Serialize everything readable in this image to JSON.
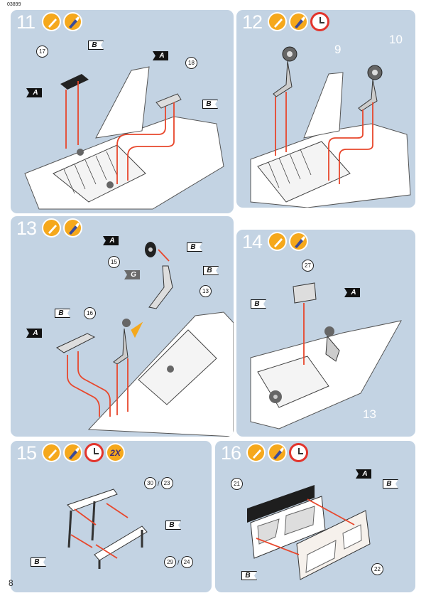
{
  "header": {
    "code": "03899"
  },
  "page_number": "8",
  "steps": [
    {
      "number": "11",
      "icons": [
        "glue-icon",
        "paint-brush-icon"
      ],
      "labels": [
        "A",
        "B",
        "A",
        "B"
      ],
      "parts": [
        "17",
        "18"
      ]
    },
    {
      "number": "12",
      "icons": [
        "glue-icon",
        "paint-brush-icon",
        "drying-time-clock-icon"
      ],
      "big_parts": [
        "9",
        "10"
      ]
    },
    {
      "number": "13",
      "icons": [
        "glue-icon",
        "paint-brush-icon"
      ],
      "labels": [
        "A",
        "B",
        "G",
        "B",
        "B",
        "A"
      ],
      "parts": [
        "15",
        "13",
        "16"
      ]
    },
    {
      "number": "14",
      "icons": [
        "glue-icon",
        "paint-brush-icon"
      ],
      "labels": [
        "B",
        "A"
      ],
      "parts": [
        "27"
      ],
      "big_parts": [
        "13"
      ]
    },
    {
      "number": "15",
      "icons": [
        "glue-icon",
        "paint-brush-icon",
        "drying-time-clock-icon",
        "quantity-icon"
      ],
      "quantity": "2X",
      "labels": [
        "B",
        "B"
      ],
      "part_pairs": [
        [
          "30",
          "23"
        ],
        [
          "29",
          "24"
        ]
      ]
    },
    {
      "number": "16",
      "icons": [
        "glue-icon",
        "paint-brush-icon",
        "drying-time-clock-icon"
      ],
      "labels": [
        "A",
        "B",
        "B"
      ],
      "parts": [
        "21",
        "22"
      ]
    }
  ],
  "colors": {
    "panel": "#c3d3e3",
    "arrow": "#e8472c",
    "glue": "#f5a81c",
    "accent_clock": "#e2342c"
  }
}
